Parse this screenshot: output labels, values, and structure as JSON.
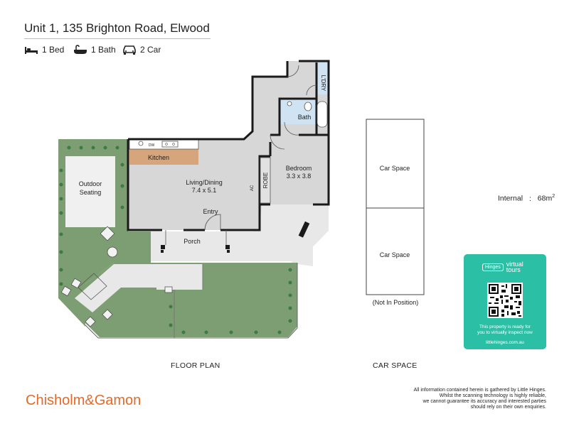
{
  "title": "Unit 1, 135 Brighton Road, Elwood",
  "features": [
    {
      "icon": "bed-icon",
      "label": "1 Bed"
    },
    {
      "icon": "bath-icon",
      "label": "1 Bath"
    },
    {
      "icon": "car-icon",
      "label": "2 Car"
    }
  ],
  "rooms": {
    "ldry": "L'DRY",
    "bath": "Bath",
    "kitchen": "Kitchen",
    "dw": "DW",
    "living": "Living/Dining",
    "living_size": "7.4 x 5.1",
    "bedroom": "Bedroom",
    "bedroom_size": "3.3 x 3.8",
    "robe": "ROBE",
    "ac": "AC",
    "outdoor_1": "Outdoor",
    "outdoor_2": "Seating",
    "entry": "Entry",
    "porch": "Porch"
  },
  "car_spaces": {
    "label": "Car Space",
    "note": "(Not In Position)"
  },
  "internal": {
    "label": "Internal",
    "separator": ":",
    "value": "68m",
    "unit_sup": "2"
  },
  "captions": {
    "floor_plan": "FLOOR PLAN",
    "car_space": "CAR SPACE"
  },
  "brand": "Chisholm&Gamon",
  "disclaimer": [
    "All information contained herein is gathered by Little Hinges.",
    "Whilst the scanning technology is highly reliable,",
    "we cannot guarantee its accuracy and interested parties",
    "should rely on their own enquiries."
  ],
  "virtual_tour": {
    "hinges": "Hinges",
    "virtual": "virtual",
    "tours": "tours",
    "ready_1": "This property is ready for",
    "ready_2": "you to virtually inspect now",
    "url": "littlehinges.com.au"
  },
  "colors": {
    "lawn": "#7c9e72",
    "paving": "#e8e8e8",
    "interior": "#d7d7d7",
    "bathroom": "#d0e3f3",
    "kitchen_bench": "#d7a57c",
    "wall": "#1a1a1a",
    "brand": "#e56a27",
    "virtual_tour": "#2bbfa6"
  }
}
